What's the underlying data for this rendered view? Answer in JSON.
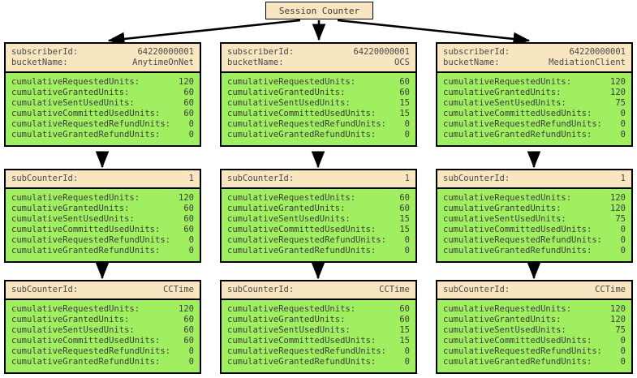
{
  "diagram": {
    "type": "object-diagram",
    "root": {
      "label": "Session Counter"
    },
    "field_labels": {
      "subscriberId": "subscriberId:",
      "bucketName": "bucketName:",
      "subCounterId": "subCounterId:",
      "cumulativeRequestedUnits": "cumulativeRequestedUnits:",
      "cumulativeGrantedUnits": "cumulativeGrantedUnits:",
      "cumulativeSentUsedUnits": "cumulativeSentUsedUnits:",
      "cumulativeCommittedUsedUnits": "cumulativeCommittedUsedUnits:",
      "cumulativeRequestedRefundUnits": "cumulativeRequestedRefundUnits:",
      "cumulativeGrantedRefundUnits": "cumulativeGrantedRefundUnits:"
    },
    "colors": {
      "header_fill": "#f8e6c0",
      "body_fill": "#a0ef60",
      "border": "#000000",
      "text": "#4a4a4a",
      "background": "#ffffff"
    },
    "columns": [
      {
        "name": "AnytimeOnNet",
        "nodes": [
          {
            "header": [
              {
                "key": "subscriberId:",
                "value": "64220000001"
              },
              {
                "key": "bucketName:",
                "value": "AnytimeOnNet"
              }
            ],
            "body": [
              {
                "key": "cumulativeRequestedUnits:",
                "value": "120"
              },
              {
                "key": "cumulativeGrantedUnits:",
                "value": "60"
              },
              {
                "key": "cumulativeSentUsedUnits:",
                "value": "60"
              },
              {
                "key": "cumulativeCommittedUsedUnits:",
                "value": "60"
              },
              {
                "key": "cumulativeRequestedRefundUnits:",
                "value": "0"
              },
              {
                "key": "cumulativeGrantedRefundUnits:",
                "value": "0"
              }
            ]
          },
          {
            "header": [
              {
                "key": "subCounterId:",
                "value": "1"
              }
            ],
            "body": [
              {
                "key": "cumulativeRequestedUnits:",
                "value": "120"
              },
              {
                "key": "cumulativeGrantedUnits:",
                "value": "60"
              },
              {
                "key": "cumulativeSentUsedUnits:",
                "value": "60"
              },
              {
                "key": "cumulativeCommittedUsedUnits:",
                "value": "60"
              },
              {
                "key": "cumulativeRequestedRefundUnits:",
                "value": "0"
              },
              {
                "key": "cumulativeGrantedRefundUnits:",
                "value": "0"
              }
            ]
          },
          {
            "header": [
              {
                "key": "subCounterId:",
                "value": "CCTime"
              }
            ],
            "body": [
              {
                "key": "cumulativeRequestedUnits:",
                "value": "120"
              },
              {
                "key": "cumulativeGrantedUnits:",
                "value": "60"
              },
              {
                "key": "cumulativeSentUsedUnits:",
                "value": "60"
              },
              {
                "key": "cumulativeCommittedUsedUnits:",
                "value": "60"
              },
              {
                "key": "cumulativeRequestedRefundUnits:",
                "value": "0"
              },
              {
                "key": "cumulativeGrantedRefundUnits:",
                "value": "0"
              }
            ]
          }
        ]
      },
      {
        "name": "OCS",
        "nodes": [
          {
            "header": [
              {
                "key": "subscriberId:",
                "value": "64220000001"
              },
              {
                "key": "bucketName:",
                "value": "OCS"
              }
            ],
            "body": [
              {
                "key": "cumulativeRequestedUnits:",
                "value": "60"
              },
              {
                "key": "cumulativeGrantedUnits:",
                "value": "60"
              },
              {
                "key": "cumulativeSentUsedUnits:",
                "value": "15"
              },
              {
                "key": "cumulativeCommittedUsedUnits:",
                "value": "15"
              },
              {
                "key": "cumulativeRequestedRefundUnits:",
                "value": "0"
              },
              {
                "key": "cumulativeGrantedRefundUnits:",
                "value": "0"
              }
            ]
          },
          {
            "header": [
              {
                "key": "subCounterId:",
                "value": "1"
              }
            ],
            "body": [
              {
                "key": "cumulativeRequestedUnits:",
                "value": "60"
              },
              {
                "key": "cumulativeGrantedUnits:",
                "value": "60"
              },
              {
                "key": "cumulativeSentUsedUnits:",
                "value": "15"
              },
              {
                "key": "cumulativeCommittedUsedUnits:",
                "value": "15"
              },
              {
                "key": "cumulativeRequestedRefundUnits:",
                "value": "0"
              },
              {
                "key": "cumulativeGrantedRefundUnits:",
                "value": "0"
              }
            ]
          },
          {
            "header": [
              {
                "key": "subCounterId:",
                "value": "CCTime"
              }
            ],
            "body": [
              {
                "key": "cumulativeRequestedUnits:",
                "value": "60"
              },
              {
                "key": "cumulativeGrantedUnits:",
                "value": "60"
              },
              {
                "key": "cumulativeSentUsedUnits:",
                "value": "15"
              },
              {
                "key": "cumulativeCommittedUsedUnits:",
                "value": "15"
              },
              {
                "key": "cumulativeRequestedRefundUnits:",
                "value": "0"
              },
              {
                "key": "cumulativeGrantedRefundUnits:",
                "value": "0"
              }
            ]
          }
        ]
      },
      {
        "name": "MediationClient",
        "nodes": [
          {
            "header": [
              {
                "key": "subscriberId:",
                "value": "64220000001"
              },
              {
                "key": "bucketName:",
                "value": "MediationClient"
              }
            ],
            "body": [
              {
                "key": "cumulativeRequestedUnits:",
                "value": "120"
              },
              {
                "key": "cumulativeGrantedUnits:",
                "value": "120"
              },
              {
                "key": "cumulativeSentUsedUnits:",
                "value": "75"
              },
              {
                "key": "cumulativeCommittedUsedUnits:",
                "value": "0"
              },
              {
                "key": "cumulativeRequestedRefundUnits:",
                "value": "0"
              },
              {
                "key": "cumulativeGrantedRefundUnits:",
                "value": "0"
              }
            ]
          },
          {
            "header": [
              {
                "key": "subCounterId:",
                "value": "1"
              }
            ],
            "body": [
              {
                "key": "cumulativeRequestedUnits:",
                "value": "120"
              },
              {
                "key": "cumulativeGrantedUnits:",
                "value": "120"
              },
              {
                "key": "cumulativeSentUsedUnits:",
                "value": "75"
              },
              {
                "key": "cumulativeCommittedUsedUnits:",
                "value": "0"
              },
              {
                "key": "cumulativeRequestedRefundUnits:",
                "value": "0"
              },
              {
                "key": "cumulativeGrantedRefundUnits:",
                "value": "0"
              }
            ]
          },
          {
            "header": [
              {
                "key": "subCounterId:",
                "value": "CCTime"
              }
            ],
            "body": [
              {
                "key": "cumulativeRequestedUnits:",
                "value": "120"
              },
              {
                "key": "cumulativeGrantedUnits:",
                "value": "120"
              },
              {
                "key": "cumulativeSentUsedUnits:",
                "value": "75"
              },
              {
                "key": "cumulativeCommittedUsedUnits:",
                "value": "0"
              },
              {
                "key": "cumulativeRequestedRefundUnits:",
                "value": "0"
              },
              {
                "key": "cumulativeGrantedRefundUnits:",
                "value": "0"
              }
            ]
          }
        ]
      }
    ]
  }
}
